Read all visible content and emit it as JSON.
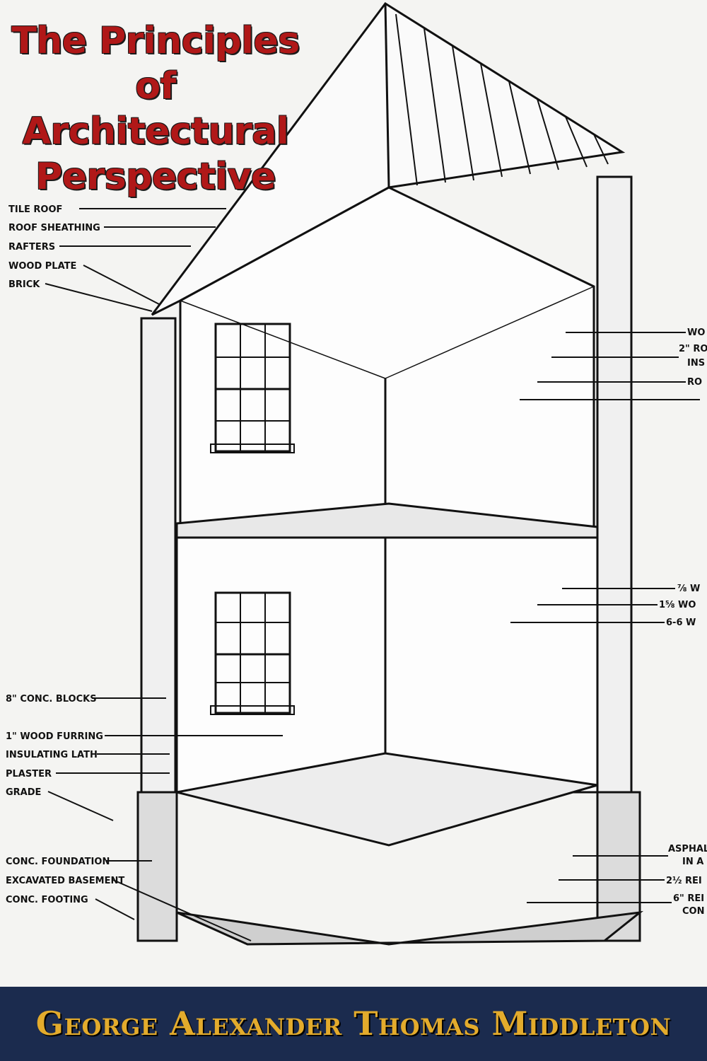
{
  "cover": {
    "title_lines": [
      "The Principles",
      "of Architectural",
      "Perspective"
    ],
    "author": "George Alexander Thomas Middleton",
    "colors": {
      "title": "#b01818",
      "banner": "#1b2b4e",
      "author": "#e3ab2c",
      "paper": "#f4f4f2",
      "ink": "#111111"
    }
  },
  "labels_left": [
    "TILE ROOF",
    "ROOF SHEATHING",
    "RAFTERS",
    "WOOD PLATE",
    "BRICK",
    "8\" CONC. BLOCKS",
    "1\" WOOD FURRING",
    "INSULATING LATH",
    "PLASTER",
    "GRADE",
    "CONC. FOUNDATION",
    "EXCAVATED BASEMENT",
    "CONC. FOOTING"
  ],
  "labels_right": [
    "WO",
    "2\" RO",
    "INS",
    "RO",
    "⅞ W",
    "1⅝ WO",
    "6-6 W",
    "ASPHALT",
    "IN A",
    "2½ REI",
    "6\" REI",
    "CON"
  ]
}
